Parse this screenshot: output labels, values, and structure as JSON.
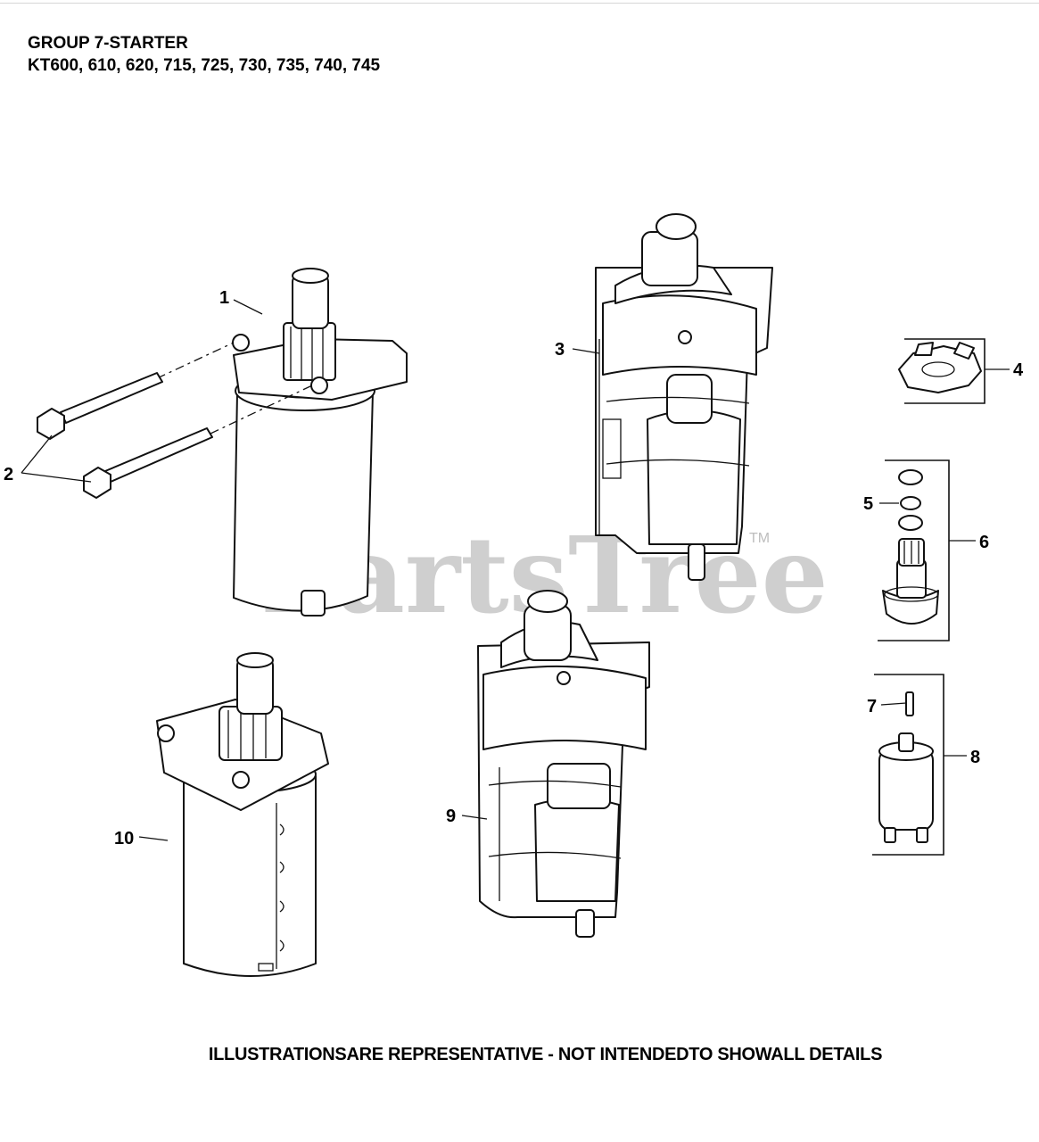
{
  "header": {
    "line1": "GROUP 7-STARTER",
    "line2": "KT600, 610, 620, 715, 725, 730, 735, 740, 745"
  },
  "watermark": {
    "text": "PartsTree",
    "tm": "TM"
  },
  "callouts": {
    "c1": "1",
    "c2": "2",
    "c3": "3",
    "c4": "4",
    "c5": "5",
    "c6": "6",
    "c7": "7",
    "c8": "8",
    "c9": "9",
    "c10": "10"
  },
  "footer": {
    "note": "ILLUSTRATIONSARE REPRESENTATIVE - NOT INTENDEDTO SHOWALL DETAILS"
  }
}
